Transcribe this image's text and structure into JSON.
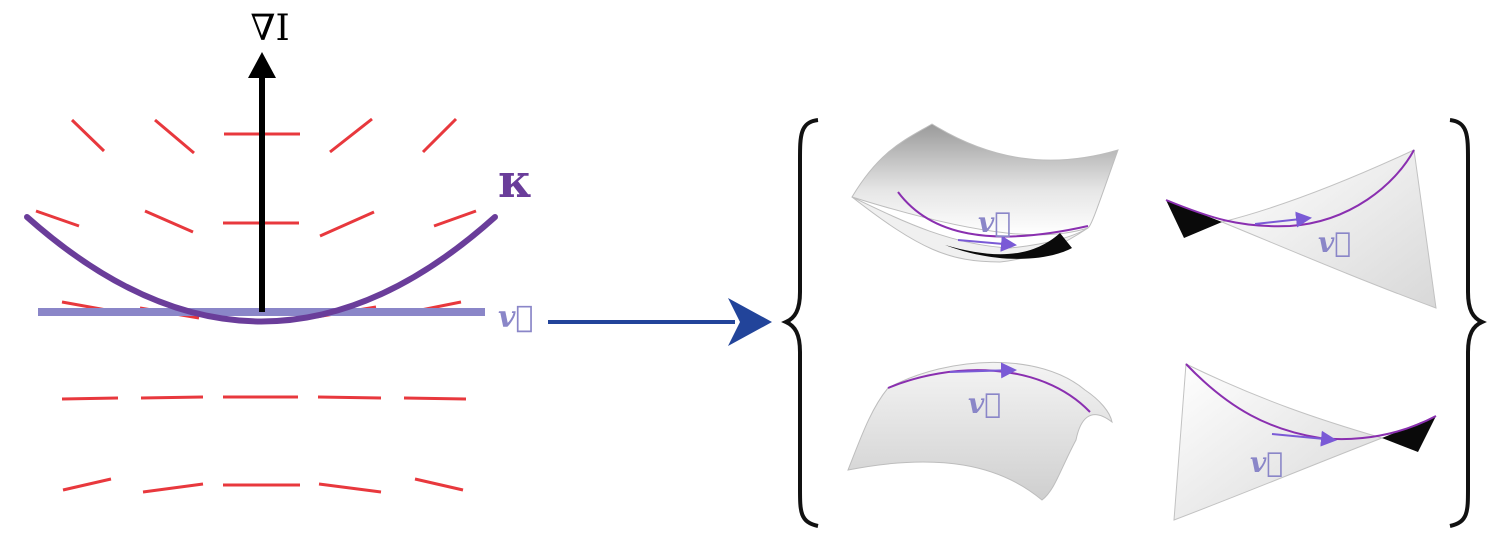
{
  "labels": {
    "gradient": "∇I",
    "curvature": "κ",
    "vector": "v⃗",
    "vector_surface_1": "v⃗",
    "vector_surface_2": "v⃗",
    "vector_surface_3": "v⃗",
    "vector_surface_4": "v⃗"
  },
  "colors": {
    "orientation_segments": "#e8383d",
    "curve": "#6a3d9a",
    "tangent_line": "#8a86c8",
    "vector_label": "#8a86c8",
    "gradient_arrow": "#000000",
    "mapping_arrow": "#22449a"
  }
}
